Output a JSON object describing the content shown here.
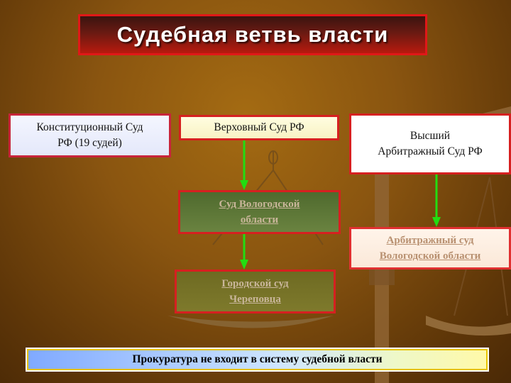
{
  "title": "Судебная  ветвь власти",
  "boxes": {
    "constitutional": [
      "Конституционный Суд",
      "РФ (19 судей)"
    ],
    "supreme": "Верховный Суд РФ",
    "higher_arbitration": [
      "Высший",
      "Арбитражный  Суд РФ"
    ],
    "vologda_court": [
      "Суд Вологодской",
      "области"
    ],
    "vologda_arbitration": [
      "Арбитражный суд",
      "Вологодской области"
    ],
    "city_court": [
      "Городской суд",
      "Череповца"
    ],
    "prosecutor_note": "Прокуратура не входит в  систему судебной власти"
  },
  "colors": {
    "background": "#8a5510",
    "title_border": "#e01818",
    "box_border": "#d62020",
    "arrow": "#22dd11"
  },
  "icons": [
    "scales-icon"
  ]
}
